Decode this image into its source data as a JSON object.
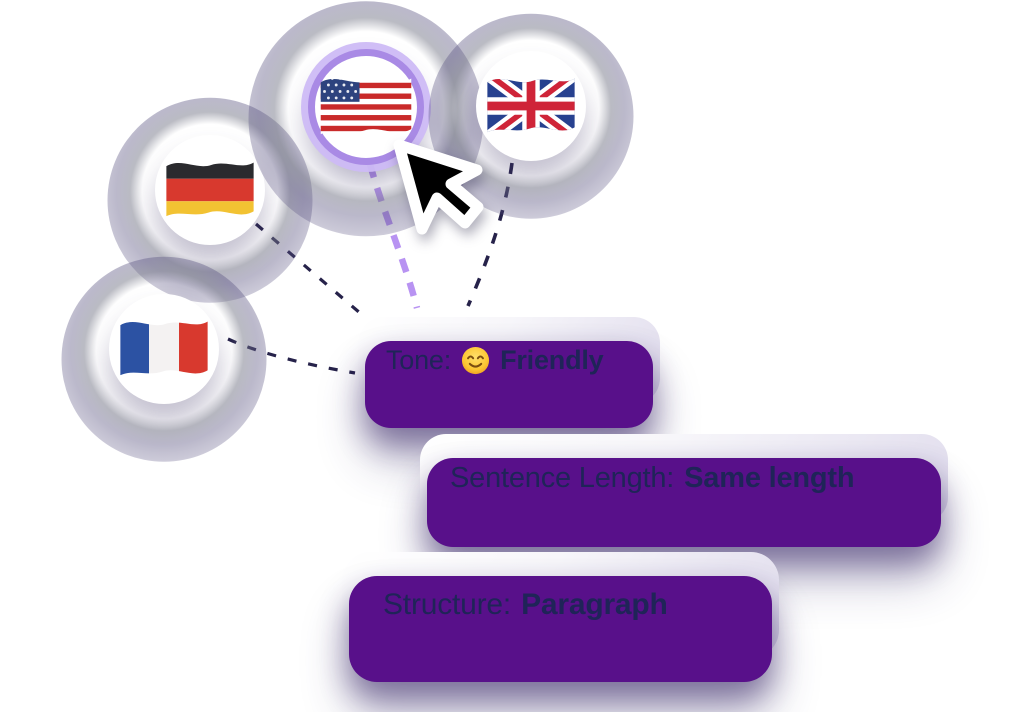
{
  "illustration": {
    "language_options": [
      {
        "icon": "german-flag-icon",
        "selected": false
      },
      {
        "icon": "us-flag-icon",
        "selected": true
      },
      {
        "icon": "uk-flag-icon",
        "selected": false
      },
      {
        "icon": "french-flag-icon",
        "selected": false
      }
    ],
    "settings_cards": [
      {
        "label": "Tone:",
        "emoji": "😊",
        "emoji_icon": "smiling-face-emoji",
        "value": "Friendly"
      },
      {
        "label": "Sentence Length:",
        "value": "Same length"
      },
      {
        "label": "Structure:",
        "value": "Paragraph"
      }
    ],
    "cursor_icon": "pointer-cursor",
    "colors": {
      "card_text": "#1f2458",
      "card_base_purple": "#58108a",
      "selected_ring": "#a98ae5",
      "connector_purple": "#b893f2",
      "connector_dark": "#26224a"
    }
  }
}
